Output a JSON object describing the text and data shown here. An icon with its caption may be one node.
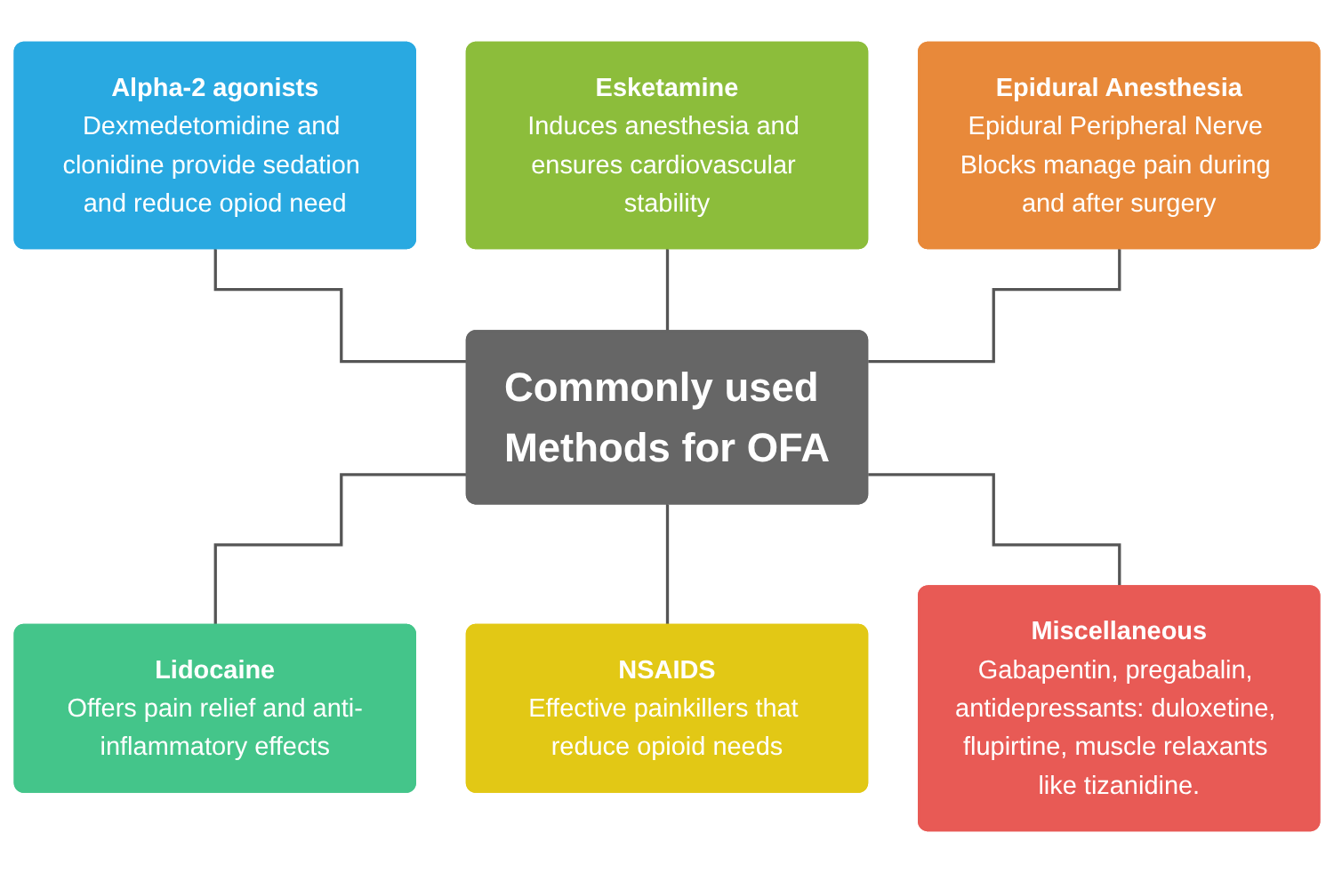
{
  "diagram": {
    "nodes": [
      {
        "text": [
          "Alpha-2 agonists",
          "Dexmedetomidine and clonidine provide sedation and reduce opiod need"
        ]
      },
      {
        "text": [
          "Esketamine",
          "Induces anesthesia and ensures cardiovascular stability"
        ]
      },
      {
        "text": [
          "Epidural Anesthesia",
          "Epidural Peripheral Nerve Blocks manage pain during and after surgery"
        ]
      },
      {
        "text": [
          "Commonly used Methods for OFA"
        ]
      },
      {
        "text": [
          "Lidocaine",
          "Offers pain relief and anti-inflammatory effects"
        ]
      },
      {
        "text": [
          "NSAIDS",
          "Effective painkillers that reduce opioid needs"
        ]
      },
      {
        "text": [
          "Miscellaneous",
          "Gabapentin, pregabalin, antidepressants: duloxetine, flupirtine, muscle relaxants like tizanidine."
        ]
      }
    ],
    "edges": [
      {
        "from": 0,
        "to": 3,
        "arrow": "none"
      },
      {
        "from": 1,
        "to": 3,
        "arrow": "none"
      },
      {
        "from": 2,
        "to": 3,
        "arrow": "none"
      },
      {
        "from": 3,
        "to": 4,
        "arrow": "none"
      },
      {
        "from": 3,
        "to": 5,
        "arrow": "none"
      },
      {
        "from": 3,
        "to": 6,
        "arrow": "none"
      }
    ]
  }
}
